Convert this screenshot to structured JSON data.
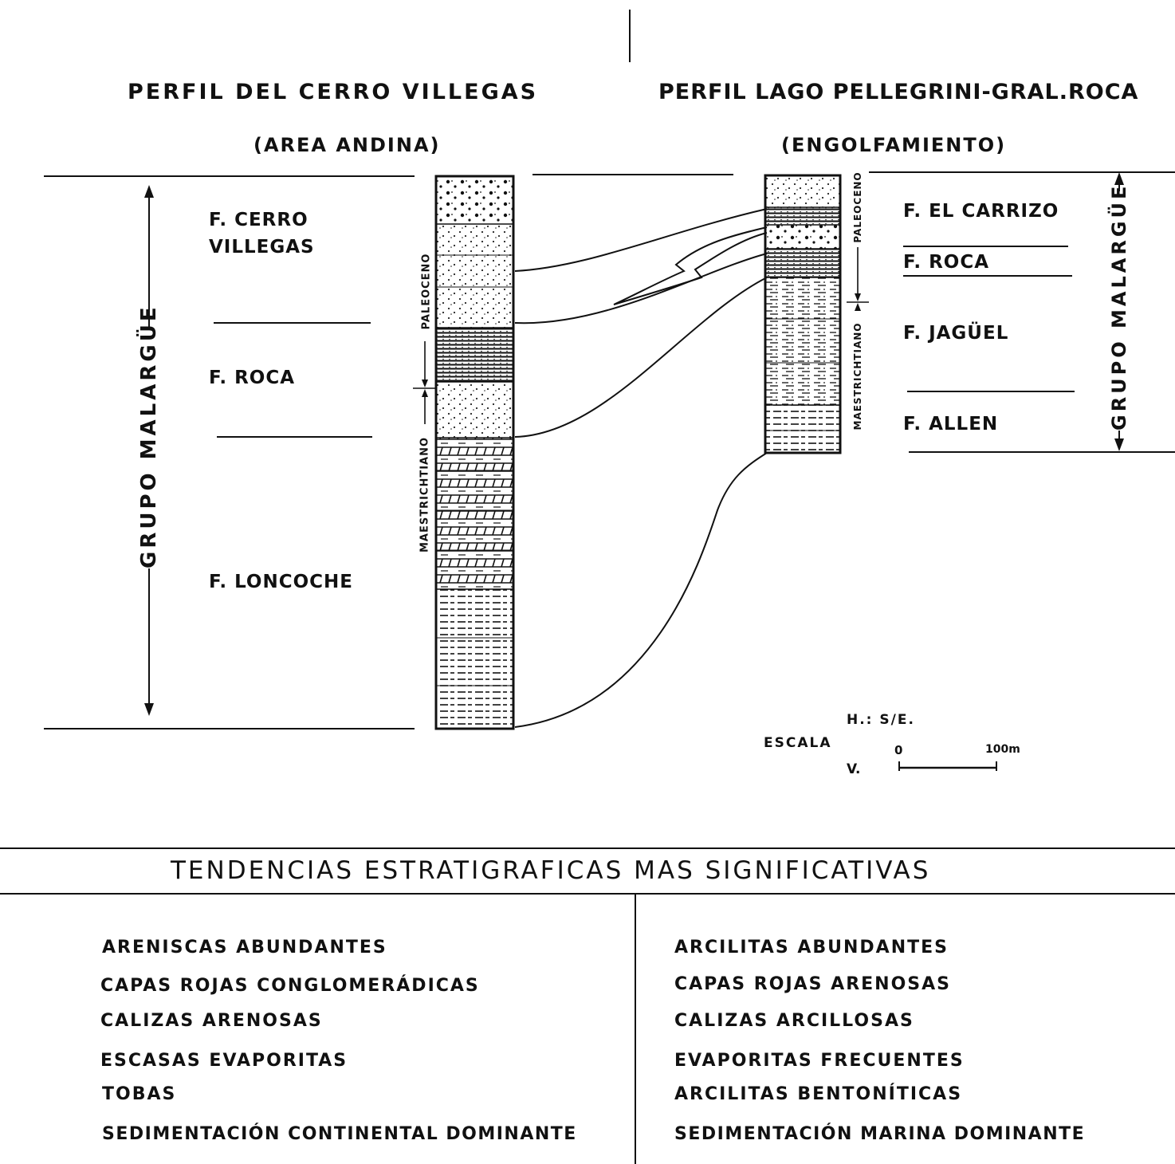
{
  "left_profile": {
    "title": "PERFIL DEL CERRO VILLEGAS",
    "subtitle": "(AREA ANDINA)",
    "group_label": "GRUPO MALARGÜE",
    "formations": [
      {
        "line1": "F. CERRO",
        "line2": "VILLEGAS"
      },
      {
        "line1": "F. ROCA",
        "line2": ""
      },
      {
        "line1": "F. LONCOCHE",
        "line2": ""
      }
    ],
    "age_upper": "PALEOCENO",
    "age_lower": "MAESTRICHTIANO"
  },
  "right_profile": {
    "title": "PERFIL LAGO PELLEGRINI-GRAL.ROCA",
    "subtitle": "(ENGOLFAMIENTO)",
    "group_label": "GRUPO MALARGÜE",
    "formations": [
      "F. EL CARRIZO",
      "F. ROCA",
      "F. JAGÜEL",
      "F. ALLEN"
    ],
    "age_upper": "PALEOCENO",
    "age_lower": "MAESTRICHTIANO"
  },
  "scale": {
    "label": "ESCALA",
    "horizontal": "H.: S/E.",
    "vertical": "V.",
    "min": "0",
    "max": "100m"
  },
  "trends": {
    "title": "TENDENCIAS ESTRATIGRAFICAS MAS SIGNIFICATIVAS",
    "left": [
      "ARENISCAS ABUNDANTES",
      "CAPAS ROJAS CONGLOMERÁDICAS",
      "CALIZAS ARENOSAS",
      "ESCASAS EVAPORITAS",
      "TOBAS",
      "SEDIMENTACIÓN CONTINENTAL DOMINANTE"
    ],
    "right": [
      "ARCILITAS ABUNDANTES",
      "CAPAS ROJAS ARENOSAS",
      "CALIZAS ARCILLOSAS",
      "EVAPORITAS FRECUENTES",
      "ARCILITAS BENTONÍTICAS",
      "SEDIMENTACIÓN MARINA DOMINANTE"
    ]
  }
}
